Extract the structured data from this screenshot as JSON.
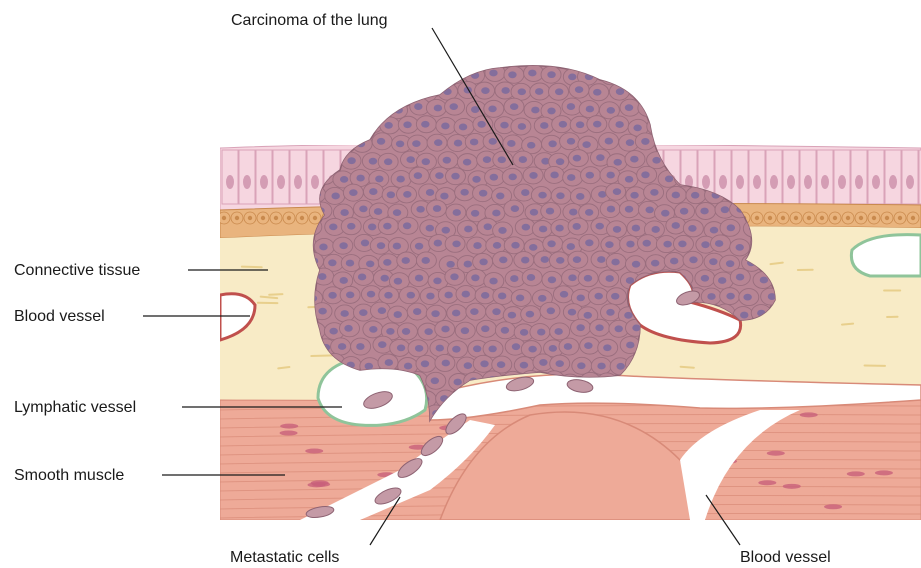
{
  "labels": {
    "carcinoma": "Carcinoma of the lung",
    "connective_tissue": "Connective tissue",
    "blood_vessel_left": "Blood vessel",
    "lymphatic_vessel": "Lymphatic vessel",
    "smooth_muscle": "Smooth muscle",
    "metastatic_cells": "Metastatic cells",
    "blood_vessel_bottom": "Blood vessel"
  },
  "colors": {
    "epithelium": "#f6d6e0",
    "epithelium_nucleus": "#c88aa6",
    "basal_cells": "#e9b47e",
    "connective_tissue": "#f8ebc6",
    "fibers": "#e8cf8c",
    "muscle": "#eeaa98",
    "muscle_nucleus": "#c8607a",
    "tumor": "#b88594",
    "tumor_nucleus": "#7a6a9e",
    "vessel_wall": "#c0504d",
    "lymphatic_wall": "#8fc49a"
  }
}
